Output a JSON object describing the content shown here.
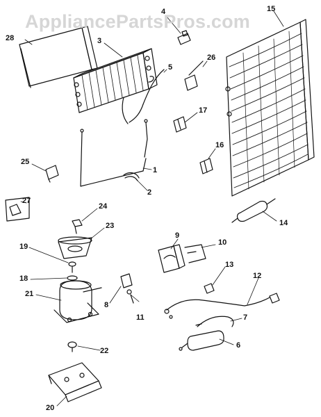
{
  "watermark": "AppliancePartsPros.com",
  "callouts": [
    "1",
    "2",
    "3",
    "4",
    "5",
    "6",
    "7",
    "8",
    "9",
    "10",
    "11",
    "12",
    "13",
    "14",
    "15",
    "16",
    "17",
    "19",
    "18",
    "20",
    "21",
    "22",
    "23",
    "24",
    "25",
    "26",
    "27",
    "28"
  ],
  "colors": {
    "ink": "#111111",
    "watermark": "#d2d2d2",
    "background": "#ffffff"
  }
}
